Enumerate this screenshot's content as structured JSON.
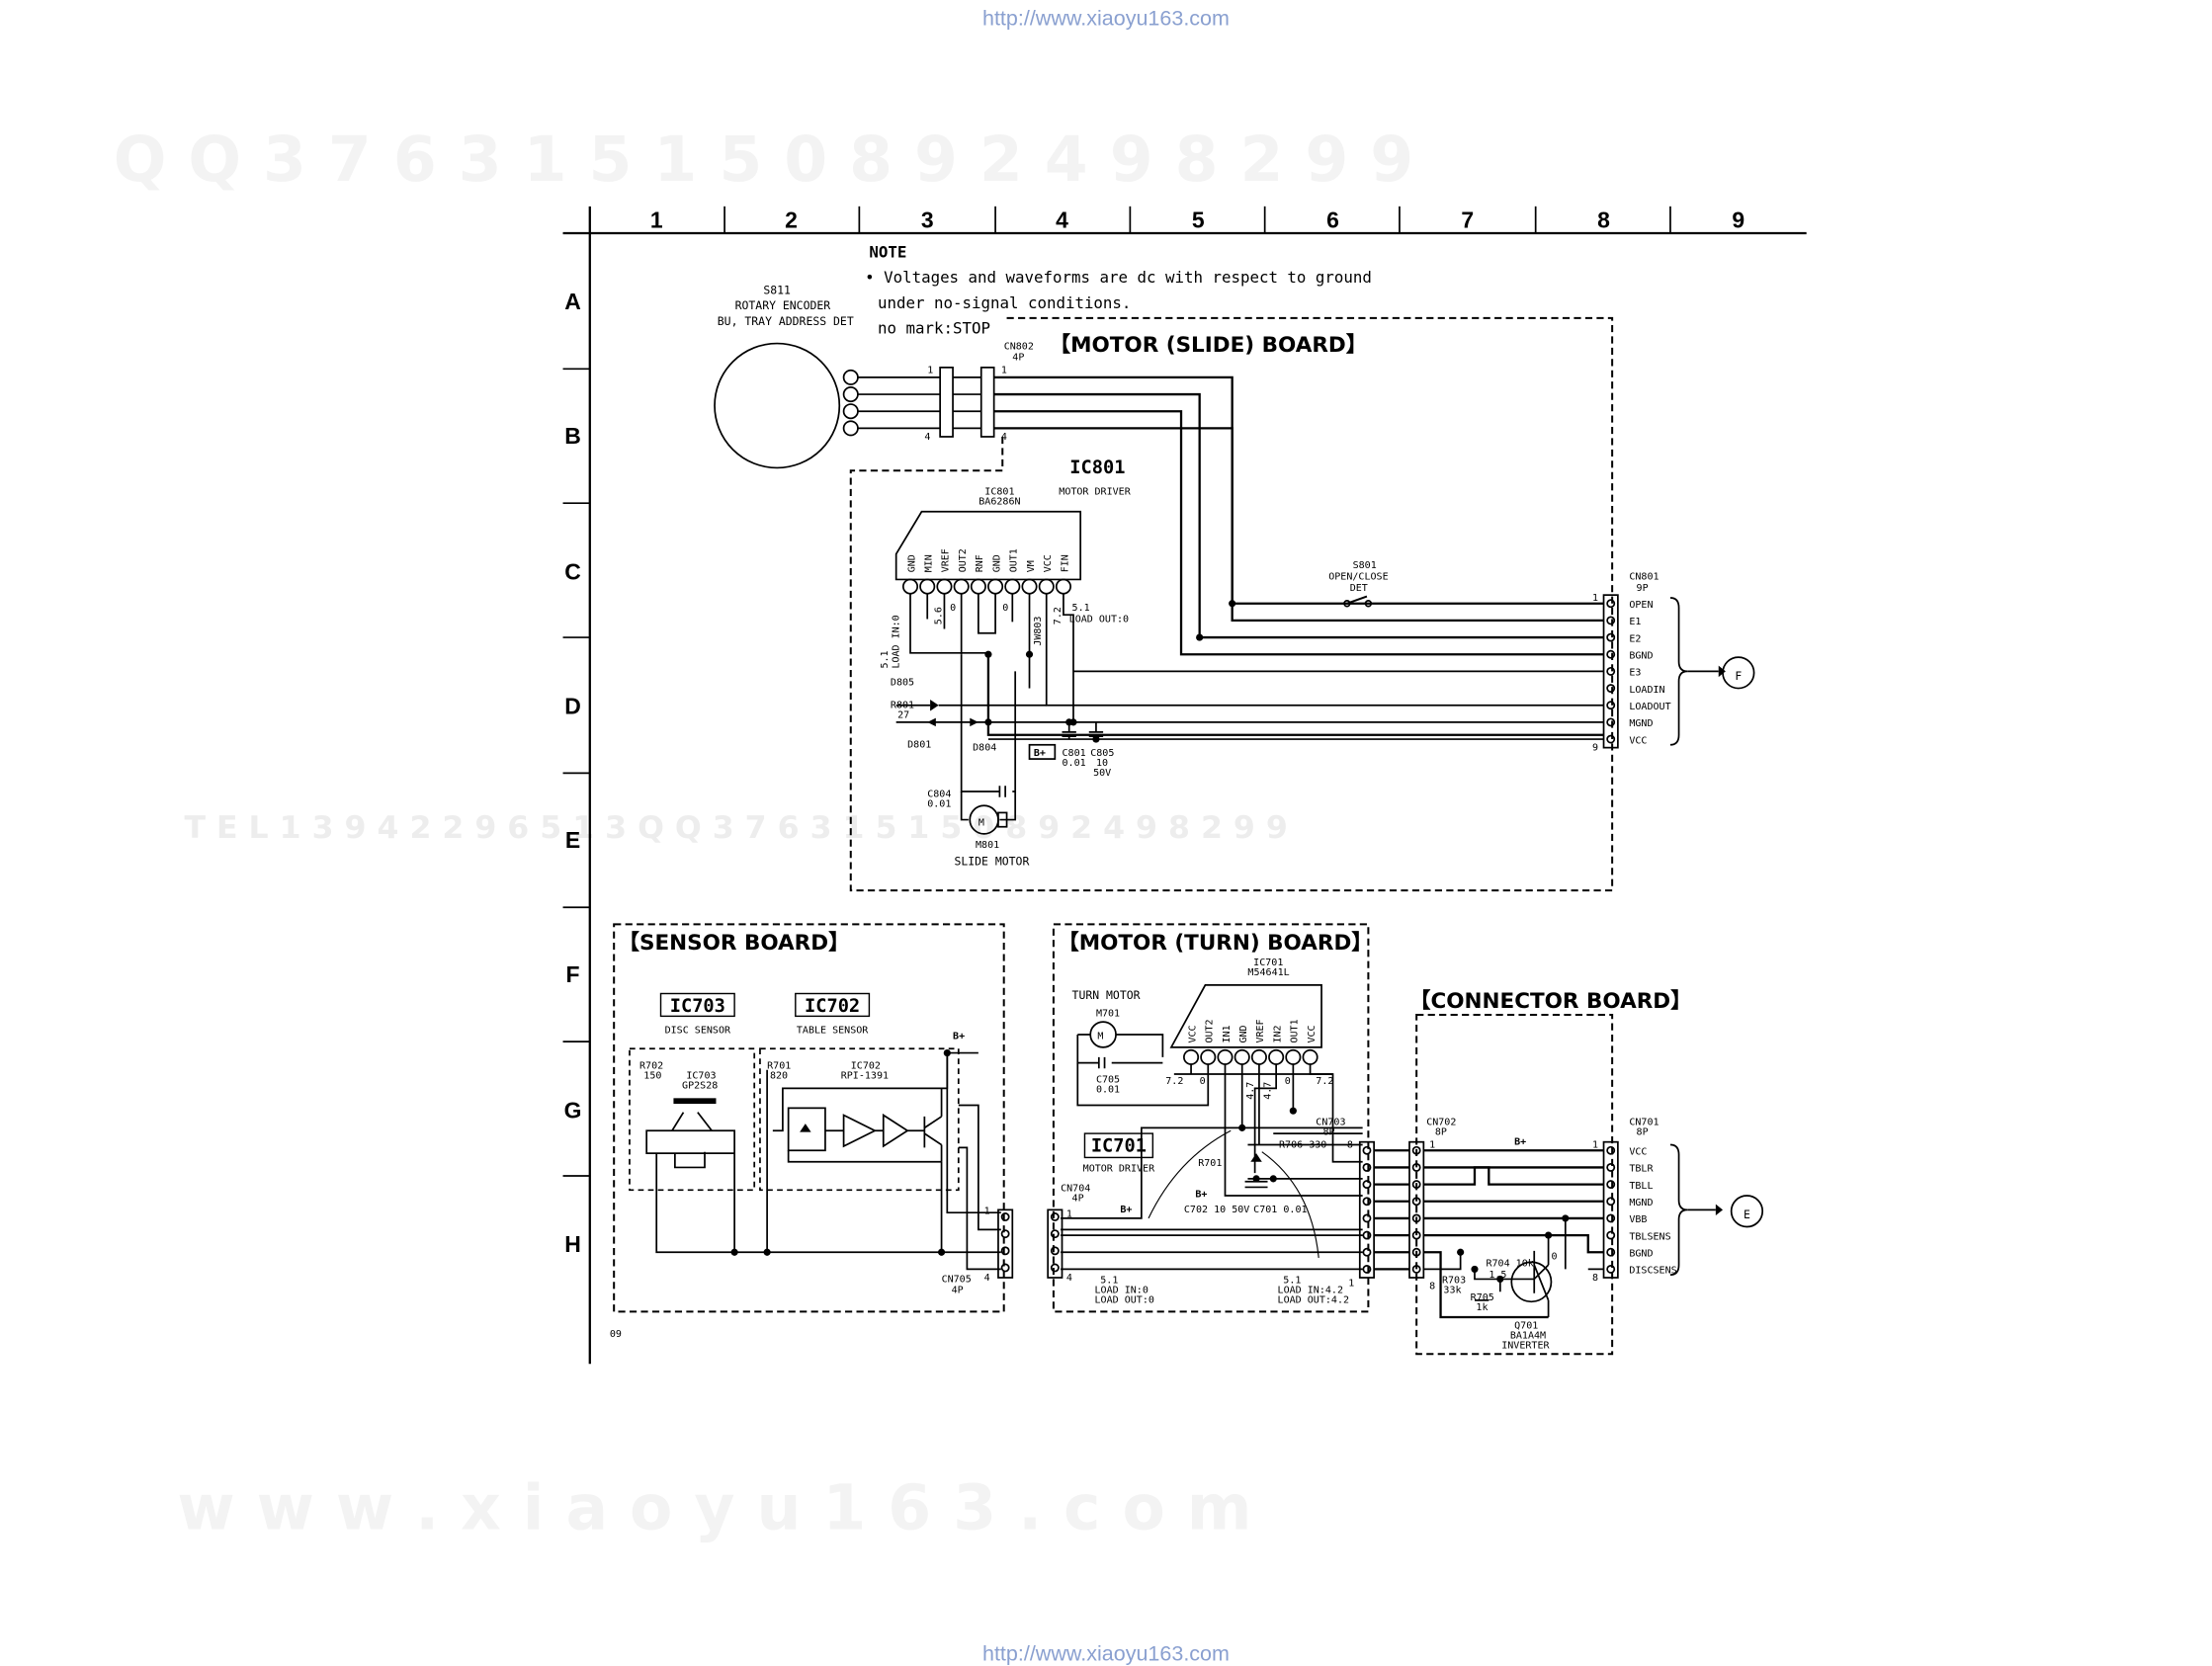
{
  "header_url": "http://www.xiaoyu163.com",
  "footer_url": "http://www.xiaoyu163.com",
  "watermarks": {
    "top": "Q Q  3 7 6 3 1 5 1 5 0    8 9 2 4 9 8 2 9 9",
    "middle": "T E L  1 3 9 4 2 2 9 6 5 1 3         Q Q  3 7 6 3 1 5 1 5 0    8 9 2 4 9 8 2 9 9",
    "bottom": "w w w . x i a o y u 1 6 3 . c o m"
  },
  "grid": {
    "columns": [
      "1",
      "2",
      "3",
      "4",
      "5",
      "6",
      "7",
      "8",
      "9"
    ],
    "rows": [
      "A",
      "B",
      "C",
      "D",
      "E",
      "F",
      "G",
      "H"
    ]
  },
  "note": {
    "title": "NOTE",
    "line1": "• Voltages and waveforms are dc with respect to ground",
    "line2": "under no-signal conditions.",
    "line3": "no mark:STOP"
  },
  "page_number": "09",
  "boards": {
    "slide": "【MOTOR (SLIDE) BOARD】",
    "sensor": "【SENSOR BOARD】",
    "turn": "【MOTOR (TURN) BOARD】",
    "connector": "【CONNECTOR BOARD】"
  },
  "encoder": {
    "ref": "S811",
    "name": "ROTARY ENCODER",
    "desc": "BU, TRAY ADDRESS DET"
  },
  "cn802": {
    "ref": "CN802",
    "pins": "4P"
  },
  "ic801": {
    "box": "IC801",
    "ref": "IC801",
    "part": "BA6286N",
    "desc": "MOTOR DRIVER",
    "pins": [
      "GND",
      "MIN",
      "VREF",
      "OUT2",
      "RNF",
      "GND",
      "OUT1",
      "VM",
      "VCC",
      "FIN"
    ]
  },
  "cn801": {
    "ref": "CN801",
    "pins": "9P",
    "signals": [
      "OPEN",
      "E1",
      "E2",
      "BGND",
      "E3",
      "LOADIN",
      "LOADOUT",
      "MGND",
      "VCC"
    ]
  },
  "s801": {
    "ref": "S801",
    "desc1": "OPEN/CLOSE",
    "desc2": "DET"
  },
  "slide_values": {
    "v51_load": "5.1",
    "load_in": "LOAD IN:0",
    "v56": "5.6",
    "v0": "0",
    "v72": "7.2",
    "load_out": "LOAD OUT:0",
    "v51": "5.1",
    "jw803": "JW803"
  },
  "slide_parts": {
    "d805": "D805",
    "r801": "R801",
    "r801_val": "27",
    "d801": "D801",
    "d804": "D804",
    "c801": "C801",
    "c801_val": "0.01",
    "c805": "C805",
    "c805_val1": "10",
    "c805_val2": "50V",
    "c804": "C804",
    "c804_val": "0.01",
    "m801": "M801",
    "motor_label": "SLIDE MOTOR",
    "m": "M",
    "bplus": "B+"
  },
  "sensor": {
    "ic703_box": "IC703",
    "ic703_desc": "DISC SENSOR",
    "ic702_box": "IC702",
    "ic702_desc": "TABLE SENSOR",
    "r702": "R702",
    "r702_val": "150",
    "ic703_ref": "IC703",
    "ic703_part": "GP2S28",
    "r701": "R701",
    "r701_val": "820",
    "ic702_ref": "IC702",
    "ic702_part": "RPI-1391",
    "cn705": "CN705",
    "cn705_pins": "4P",
    "bplus": "B+"
  },
  "turn": {
    "ic701_ref": "IC701",
    "ic701_part": "M54641L",
    "motor_title": "TURN MOTOR",
    "m701": "M701",
    "c705": "C705",
    "c705_val": "0.01",
    "ic701_box": "IC701",
    "ic701_desc": "MOTOR DRIVER",
    "pins": [
      "VCC",
      "OUT2",
      "IN1",
      "GND",
      "VREF",
      "IN2",
      "OUT1",
      "VCC"
    ],
    "v72a": "7.2",
    "v0a": "0",
    "v4_7": "4.7",
    "v4_7b": "4.7",
    "v0b": "0",
    "v72b": "7.2",
    "cn703": "CN703",
    "cn703_pins": "8P",
    "r706": "R706 330",
    "r701": "R701",
    "c702": "C702 10 50V",
    "c701": "C701 0.01",
    "cn704": "CN704",
    "cn704_pins": "4P",
    "load1_v": "5.1",
    "load1_in": "LOAD IN:0",
    "load1_out": "LOAD OUT:0",
    "load2_v": "5.1",
    "load2_in": "LOAD IN:4.2",
    "load2_out": "LOAD OUT:4.2",
    "bplus": "B+"
  },
  "connector": {
    "cn702": "CN702",
    "cn702_pins": "8P",
    "cn701": "CN701",
    "cn701_pins": "8P",
    "signals": [
      "VCC",
      "TBLR",
      "TBLL",
      "MGND",
      "VBB",
      "TBLSENS",
      "BGND",
      "DISCSENS"
    ],
    "r704": "R704 10k",
    "v15": "1.5",
    "v0": "0",
    "r703": "R703",
    "r703_val": "33k",
    "r705": "R705",
    "r705_val": "1k",
    "q701": "Q701",
    "q701_part": "BA1A4M",
    "q701_desc": "INVERTER",
    "bplus": "B+"
  },
  "connectors": {
    "f": "F",
    "e": "E"
  },
  "pin_nums": {
    "one": "1",
    "four": "4",
    "eight": "8",
    "nine": "9"
  }
}
